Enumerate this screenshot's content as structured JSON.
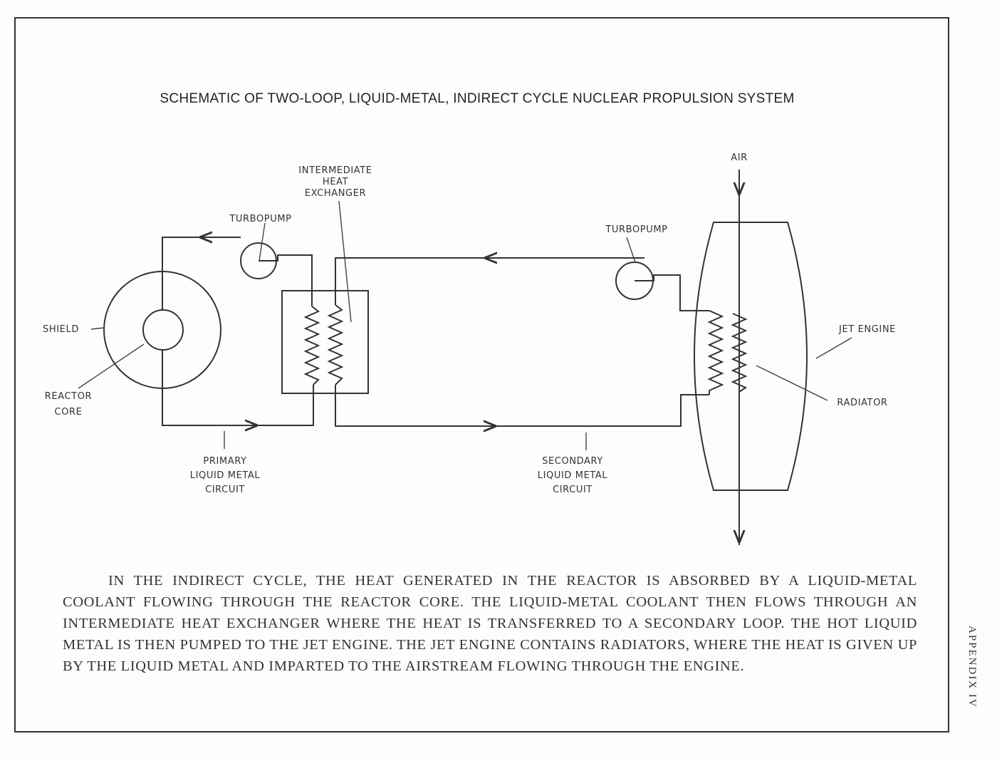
{
  "title": "SCHEMATIC OF TWO-LOOP, LIQUID-METAL, INDIRECT CYCLE NUCLEAR PROPULSION SYSTEM",
  "labels": {
    "intermediate_heat_exchanger": "INTERMEDIATE\nHEAT\nEXCHANGER",
    "turbopump_primary": "TURBOPUMP",
    "turbopump_secondary": "TURBOPUMP",
    "shield": "SHIELD",
    "reactor_core": "REACTOR\nCORE",
    "primary_circuit": "PRIMARY\nLIQUID METAL\nCIRCUIT",
    "secondary_circuit": "SECONDARY\nLIQUID METAL\nCIRCUIT",
    "air": "AIR",
    "jet_engine": "JET ENGINE",
    "radiator": "RADIATOR"
  },
  "caption": "IN THE INDIRECT CYCLE, THE HEAT GENERATED IN THE REACTOR IS ABSORBED BY A LIQUID-METAL COOLANT FLOWING THROUGH THE REACTOR CORE. THE LIQUID-METAL COOLANT THEN FLOWS THROUGH AN INTERMEDIATE HEAT EXCHANGER WHERE THE HEAT IS TRANSFERRED TO A SECONDARY LOOP. THE HOT LIQUID METAL IS THEN PUMPED TO THE JET ENGINE. THE JET ENGINE CONTAINS RADIATORS, WHERE THE HEAT IS GIVEN UP BY THE LIQUID METAL AND IMPARTED TO THE AIRSTREAM FLOWING THROUGH THE ENGINE.",
  "side_text": "APPENDIX IV",
  "colors": {
    "ink": "#333333",
    "paper": "#fdfdfb"
  }
}
